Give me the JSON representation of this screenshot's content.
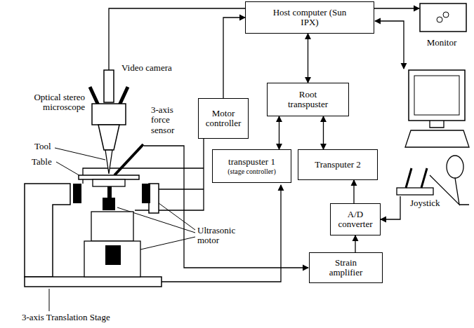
{
  "diagram": {
    "nodes": [
      {
        "text": [
          "Host computer (Sun IPX)"
        ]
      },
      {
        "text": [
          "Monitor"
        ]
      },
      {
        "text": [
          "Motor controller"
        ]
      },
      {
        "text": [
          "Root transpuster"
        ]
      },
      {
        "text": [
          "transpuster 1",
          "(stage controller)"
        ]
      },
      {
        "text": [
          "Transputer 2"
        ]
      },
      {
        "text": [
          "A/D converter"
        ]
      },
      {
        "text": [
          "Strain amplifier"
        ]
      }
    ],
    "edges": [
      {
        "from": 0,
        "to": 3,
        "arrow": "both"
      },
      {
        "from": 2,
        "to": 0,
        "arrow": "to"
      },
      {
        "from": 3,
        "to": 4,
        "arrow": "both"
      },
      {
        "from": 3,
        "to": 5,
        "arrow": "both"
      },
      {
        "from": 6,
        "to": 5,
        "arrow": "to"
      },
      {
        "from": 7,
        "to": 6,
        "arrow": "to"
      }
    ],
    "labels": [
      "Video camera",
      "Optical stereo microscope",
      "3-axis force sensor",
      "Tool",
      "Table",
      "Ultrasonic motor",
      "3-axis Translation Stage",
      "Joystick"
    ]
  }
}
